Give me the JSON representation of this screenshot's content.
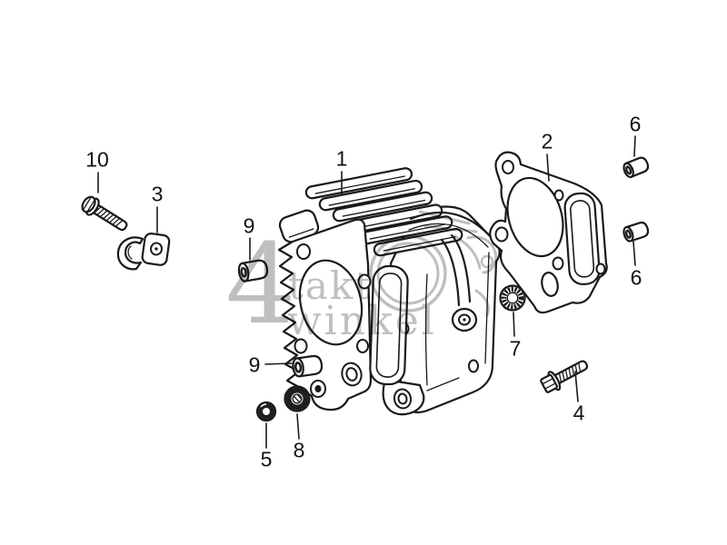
{
  "page": {
    "background": "#ffffff",
    "line_color": "#1a1a1a",
    "label_color": "#111111",
    "watermark_color": "#b4b4b4"
  },
  "watermark": {
    "numeral": "4",
    "word_top": "takt",
    "word_bottom": "winkel"
  },
  "callouts": [
    {
      "num": "1"
    },
    {
      "num": "2"
    },
    {
      "num": "3"
    },
    {
      "num": "4"
    },
    {
      "num": "5"
    },
    {
      "num": "6"
    },
    {
      "num": "6"
    },
    {
      "num": "7"
    },
    {
      "num": "8"
    },
    {
      "num": "9"
    },
    {
      "num": "9"
    },
    {
      "num": "10"
    }
  ]
}
